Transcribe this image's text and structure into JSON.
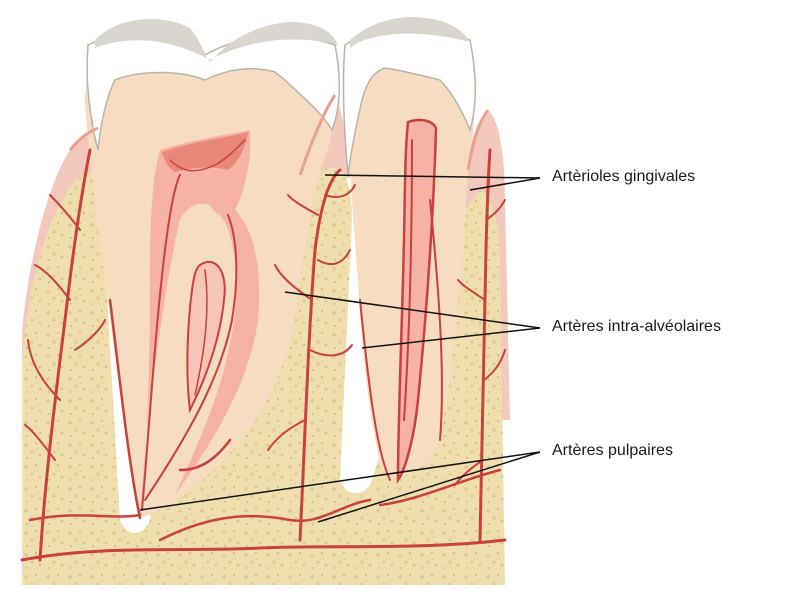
{
  "labels": {
    "gingival": "Artèrioles gingivales",
    "intra_alveolar": "Artères intra-alvéolaires",
    "pulpal": "Artères pulpaires"
  },
  "colors": {
    "background": "#ffffff",
    "enamel": "#ffffff",
    "enamel_surface": "#d9d6cf",
    "dentin": "#f6dcc0",
    "pulp": "#f6b2a4",
    "pulp_horn": "#e8877a",
    "gum": "#f3c9bd",
    "gum_edge": "#eba091",
    "bone": "#f0dfae",
    "bone_spots": "#e2c98c",
    "vessel": "#c8413c",
    "leader_line": "#111111"
  }
}
